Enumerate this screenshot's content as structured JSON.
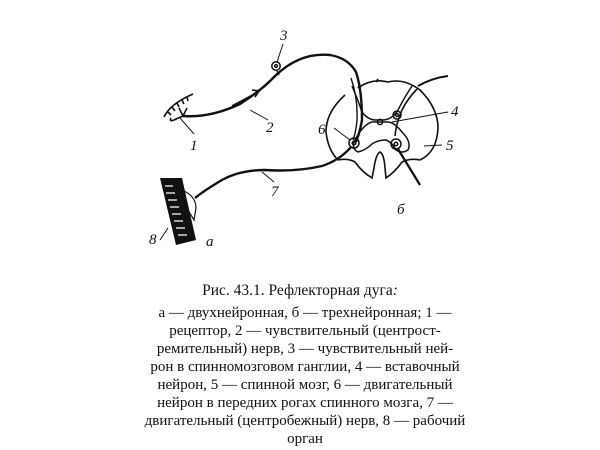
{
  "figure": {
    "sub_labels": {
      "a": "а",
      "b": "б"
    },
    "part_labels": [
      {
        "id": "1",
        "text": "1",
        "target": "receptor"
      },
      {
        "id": "2",
        "text": "2",
        "target": "sensory-nerve"
      },
      {
        "id": "3",
        "text": "3",
        "target": "sensory-neuron-ganglion"
      },
      {
        "id": "4",
        "text": "4",
        "target": "interneuron"
      },
      {
        "id": "5",
        "text": "5",
        "target": "spinal-cord"
      },
      {
        "id": "6",
        "text": "6",
        "target": "motor-neuron"
      },
      {
        "id": "7",
        "text": "7",
        "target": "motor-nerve"
      },
      {
        "id": "8",
        "text": "8",
        "target": "working-organ"
      }
    ]
  },
  "caption": {
    "title_number": "Рис. 43.1.",
    "title_text": "Рефлекторная дуга",
    "title_colon": ":",
    "lines": [
      "а — двухнейронная, б — трехнейронная; 1 —",
      "рецептор, 2 — чувствительный (центрост-",
      "ремительный) нерв, 3 — чувствительный ней-",
      "рон в спинномозговом ганглии, 4 — вставочный",
      "нейрон, 5 — спинной мозг, 6 — двигательный",
      "нейрон в передних рогах спинного мозга, 7 —",
      "двигательный (центробежный) нерв, 8 — рабочий",
      "орган"
    ]
  }
}
